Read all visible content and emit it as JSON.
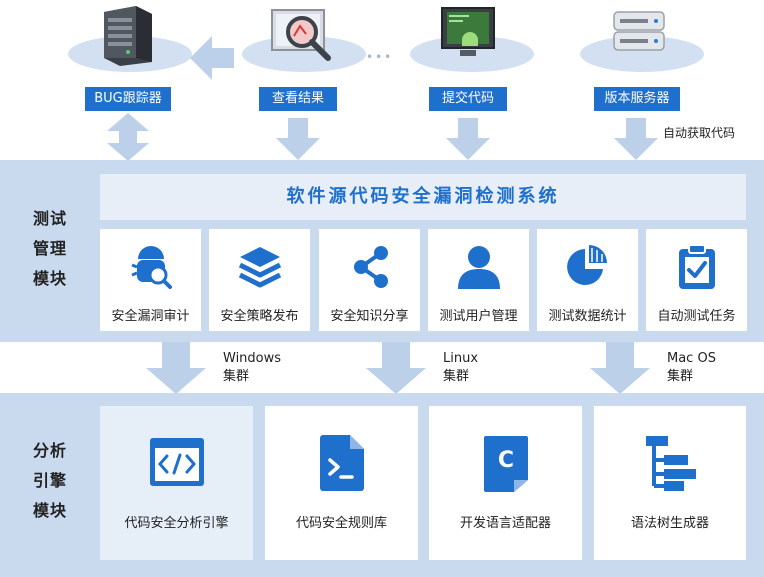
{
  "top_items": [
    {
      "label": "BUG跟踪器",
      "icon": "server-tower-icon"
    },
    {
      "label": "查看结果",
      "icon": "magnifier-chart-icon"
    },
    {
      "label": "提交代码",
      "icon": "android-code-icon"
    },
    {
      "label": "版本服务器",
      "icon": "rack-server-icon"
    }
  ],
  "ellipsis": "•••",
  "auto_fetch": "自动获取代码",
  "system_title": "软件源代码安全漏洞检测系统",
  "test_module": {
    "title_lines": [
      "测试",
      "管理",
      "模块"
    ]
  },
  "test_cards": [
    {
      "label": "安全漏洞审计",
      "icon": "bug-search-icon"
    },
    {
      "label": "安全策略发布",
      "icon": "layers-icon"
    },
    {
      "label": "安全知识分享",
      "icon": "share-icon"
    },
    {
      "label": "测试用户管理",
      "icon": "user-icon"
    },
    {
      "label": "测试数据统计",
      "icon": "pie-chart-icon"
    },
    {
      "label": "自动测试任务",
      "icon": "clipboard-check-icon"
    }
  ],
  "clusters": [
    {
      "name": "Windows",
      "suffix": "集群"
    },
    {
      "name": "Linux",
      "suffix": "集群"
    },
    {
      "name": "Mac OS",
      "suffix": "集群"
    }
  ],
  "engine_module": {
    "title_lines": [
      "分析",
      "引擎",
      "模块"
    ]
  },
  "engine_cards": [
    {
      "label": "代码安全分析引擎",
      "icon": "code-brackets-icon"
    },
    {
      "label": "代码安全规则库",
      "icon": "terminal-file-icon"
    },
    {
      "label": "开发语言适配器",
      "icon": "c-file-icon"
    },
    {
      "label": "语法树生成器",
      "icon": "tree-icon"
    }
  ],
  "colors": {
    "accent": "#1f6fcc",
    "band": "#c9d9ee",
    "arrow": "#bcd0ea"
  }
}
